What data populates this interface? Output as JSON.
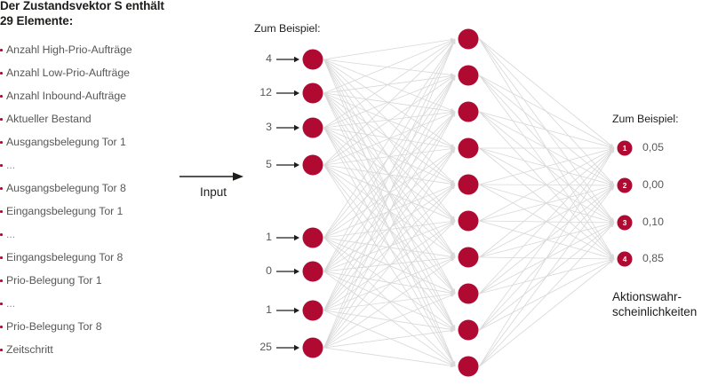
{
  "left_panel": {
    "title": "Der Zustandsvektor S enthält\n29 Elemente:",
    "items": [
      "Anzahl High-Prio-Aufträge",
      "Anzahl Low-Prio-Aufträge",
      "Anzahl Inbound-Aufträge",
      "Aktueller Bestand",
      "Ausgangsbelegung Tor 1",
      "...",
      "Ausgangsbelegung Tor 8",
      "Eingangsbelegung Tor 1",
      "...",
      "Eingangsbelegung Tor 8",
      "Prio-Belegung Tor 1",
      "...",
      "Prio-Belegung Tor 8",
      "Zeitschritt"
    ]
  },
  "input_arrow": {
    "label": "Input"
  },
  "network": {
    "input_example_label": "Zum Beispiel:",
    "output_example_label": "Zum Beispiel:",
    "output_caption": "Aktionswahr-\nscheinlichkeiten",
    "input_values": [
      "4",
      "12",
      "3",
      "5",
      "1",
      "0",
      "1",
      "25"
    ],
    "output_nodes": [
      {
        "id": "1",
        "value": "0,05"
      },
      {
        "id": "2",
        "value": "0,00"
      },
      {
        "id": "3",
        "value": "0,10"
      },
      {
        "id": "4",
        "value": "0,85"
      }
    ],
    "hidden_layer_node_count": 10,
    "colors": {
      "node": "#b00932",
      "edge": "#d9d9d9",
      "text_dark": "#1d1d1b",
      "text_muted": "#575756",
      "background": "#ffffff"
    }
  }
}
